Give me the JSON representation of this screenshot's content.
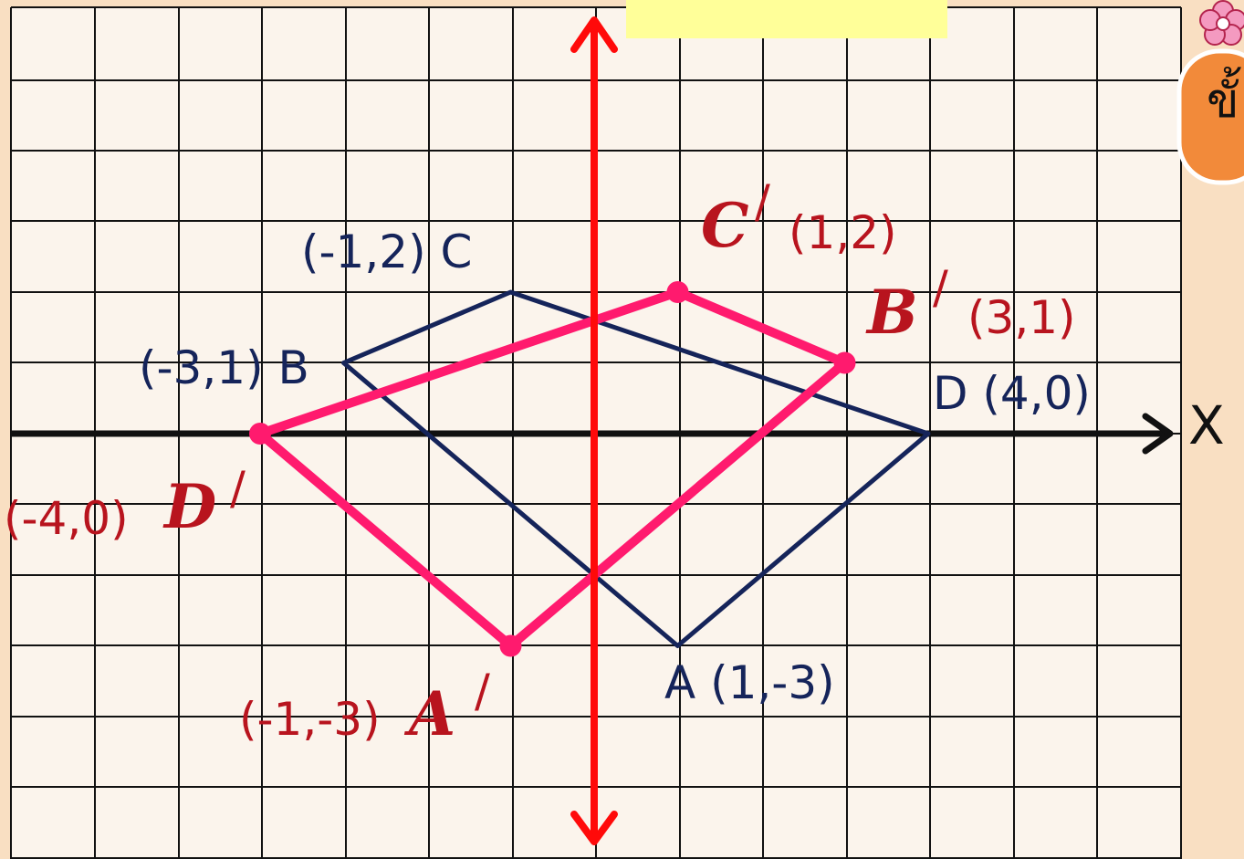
{
  "colors": {
    "page_bg": "#f9dfc2",
    "grid_bg": "#fbf4ec",
    "grid_line": "#111111",
    "axis": "#111111",
    "mirror_line": "#ff0a0a",
    "original_shape": "#15245a",
    "image_shape": "#ff1a6e",
    "image_label": "#b8141e",
    "highlight_box": "#ffff99",
    "badge": "#f28a3a"
  },
  "axis": {
    "x_label": "X"
  },
  "original": {
    "points": [
      {
        "name": "A",
        "x": 1,
        "y": -3
      },
      {
        "name": "D",
        "x": 4,
        "y": 0
      },
      {
        "name": "C",
        "x": -1,
        "y": 2
      },
      {
        "name": "B",
        "x": -3,
        "y": 1
      }
    ],
    "labels": {
      "c": "(-1,2) C",
      "b": "(-3,1) B",
      "d": "D (4,0)",
      "a": "A (1,-3)"
    }
  },
  "image": {
    "points": [
      {
        "name": "A'",
        "x": -1,
        "y": -3
      },
      {
        "name": "D'",
        "x": -4,
        "y": 0
      },
      {
        "name": "C'",
        "x": 1,
        "y": 2
      },
      {
        "name": "B'",
        "x": 3,
        "y": 1
      }
    ],
    "labels": {
      "c_letter": "C",
      "c_coords": "(1,2)",
      "b_letter": "B",
      "b_coords": "(3,1)",
      "d_coords": "(-4,0)",
      "d_letter": "D",
      "a_coords": "(-1,-3)",
      "a_letter": "A",
      "prime": "/"
    }
  },
  "badge": {
    "icon": "flower-icon",
    "text": "ขั้"
  }
}
